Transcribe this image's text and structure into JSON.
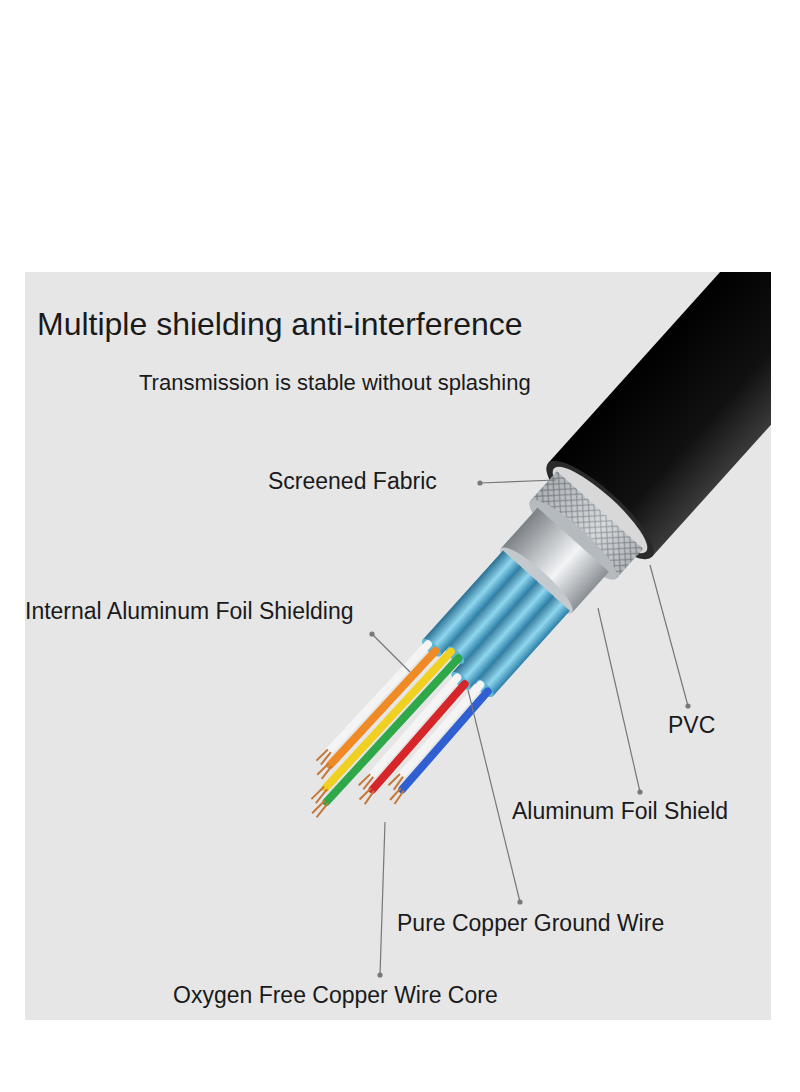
{
  "diagram": {
    "title": "Multiple shielding anti-interference",
    "labels": [
      "Transmission is stable without splashing",
      "Screened Fabric",
      "Internal Aluminum Foil Shielding",
      "PVC",
      "Aluminum Foil Shield",
      "Pure Copper Ground Wire",
      "Oxygen Free Copper Wire Core"
    ]
  }
}
